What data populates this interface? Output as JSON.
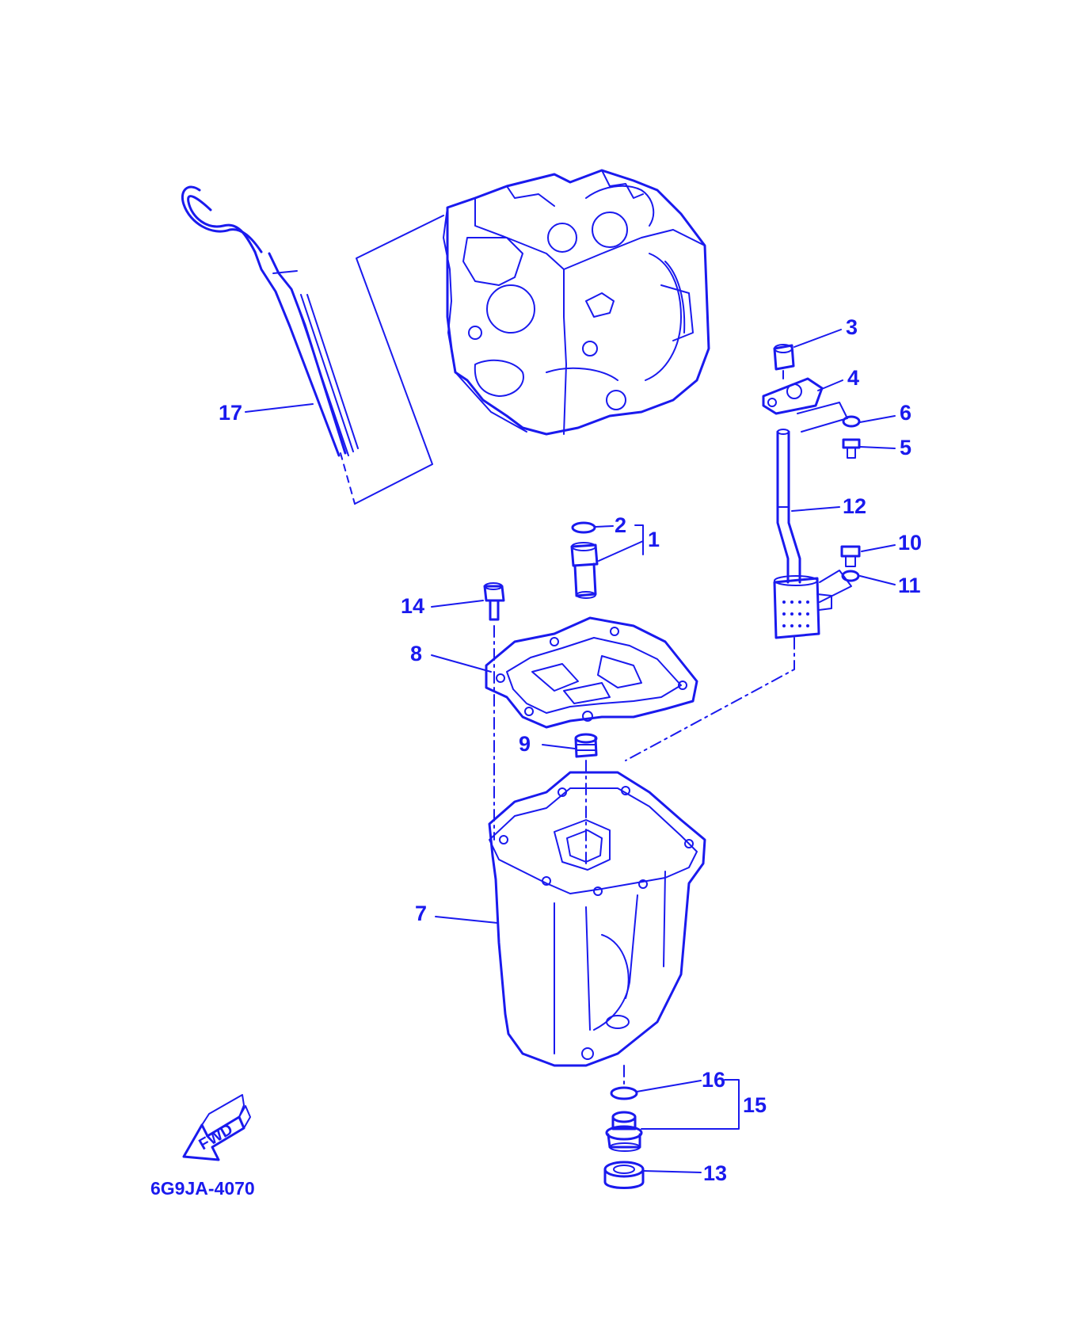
{
  "diagram": {
    "part_code": "6G9JA-4070",
    "fwd_label": "FWD",
    "ink_color": "#1a1aee",
    "callouts": [
      {
        "id": "c1",
        "text": "1"
      },
      {
        "id": "c2",
        "text": "2"
      },
      {
        "id": "c3",
        "text": "3"
      },
      {
        "id": "c4",
        "text": "4"
      },
      {
        "id": "c5",
        "text": "5"
      },
      {
        "id": "c6",
        "text": "6"
      },
      {
        "id": "c7",
        "text": "7"
      },
      {
        "id": "c8",
        "text": "8"
      },
      {
        "id": "c9",
        "text": "9"
      },
      {
        "id": "c10",
        "text": "10"
      },
      {
        "id": "c11",
        "text": "11"
      },
      {
        "id": "c12",
        "text": "12"
      },
      {
        "id": "c13",
        "text": "13"
      },
      {
        "id": "c14",
        "text": "14"
      },
      {
        "id": "c15",
        "text": "15"
      },
      {
        "id": "c16",
        "text": "16"
      },
      {
        "id": "c17",
        "text": "17"
      }
    ]
  }
}
